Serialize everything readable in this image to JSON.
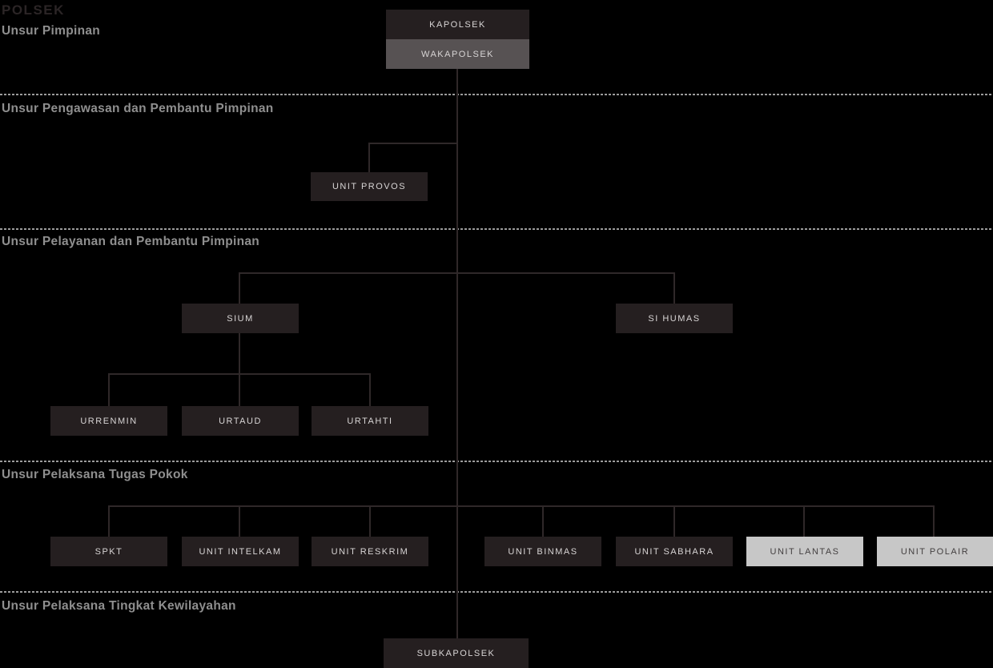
{
  "page": {
    "title": "POLSEK"
  },
  "sections": [
    {
      "id": "pimpinan",
      "label": "Unsur Pimpinan"
    },
    {
      "id": "pengawasan",
      "label": "Unsur Pengawasan dan Pembantu Pimpinan"
    },
    {
      "id": "pelayanan",
      "label": "Unsur Pelayanan dan Pembantu Pimpinan"
    },
    {
      "id": "pelaksana_pokok",
      "label": "Unsur Pelaksana Tugas Pokok"
    },
    {
      "id": "kewilayahan",
      "label": "Unsur Pelaksana Tingkat Kewilayahan"
    }
  ],
  "nodes": {
    "kapolsek": {
      "label": "KAPOLSEK",
      "variant": "dark"
    },
    "wakapolsek": {
      "label": "WAKAPOLSEK",
      "variant": "grey"
    },
    "unit_provos": {
      "label": "UNIT PROVOS",
      "variant": "dark"
    },
    "sium": {
      "label": "SIUM",
      "variant": "dark"
    },
    "si_humas": {
      "label": "SI HUMAS",
      "variant": "dark"
    },
    "urrenmin": {
      "label": "URRENMIN",
      "variant": "dark"
    },
    "urtaud": {
      "label": "URTAUD",
      "variant": "dark"
    },
    "urtahti": {
      "label": "URTAHTI",
      "variant": "dark"
    },
    "spkt": {
      "label": "SPKT",
      "variant": "dark"
    },
    "unit_intelkam": {
      "label": "UNIT INTELKAM",
      "variant": "dark"
    },
    "unit_reskrim": {
      "label": "UNIT RESKRIM",
      "variant": "dark"
    },
    "unit_binmas": {
      "label": "UNIT BINMAS",
      "variant": "dark"
    },
    "unit_sabhara": {
      "label": "UNIT SABHARA",
      "variant": "dark"
    },
    "unit_lantas": {
      "label": "UNIT LANTAS",
      "variant": "light"
    },
    "unit_polair": {
      "label": "UNIT POLAIR",
      "variant": "light"
    },
    "subkapolsek": {
      "label": "SUBKAPOLSEK",
      "variant": "dark"
    }
  },
  "hierarchy": {
    "KAPOLSEK": [
      "WAKAPOLSEK"
    ],
    "WAKAPOLSEK": [
      "UNIT PROVOS",
      "SIUM",
      "SI HUMAS",
      "SPKT",
      "UNIT INTELKAM",
      "UNIT RESKRIM",
      "UNIT BINMAS",
      "UNIT SABHARA",
      "UNIT LANTAS",
      "UNIT POLAIR",
      "SUBKAPOLSEK"
    ],
    "SIUM": [
      "URRENMIN",
      "URTAUD",
      "URTAHTI"
    ]
  },
  "colors": {
    "background": "#000000",
    "box_dark": "#251f20",
    "box_grey": "#575253",
    "box_light": "#c7c7c7",
    "box_text_light": "#d8d5d5",
    "box_text_dark": "#444041",
    "line": "#2f2829",
    "divider": "#9c9c9c",
    "section_label": "#8f8f8f",
    "title": "#2b2526"
  }
}
